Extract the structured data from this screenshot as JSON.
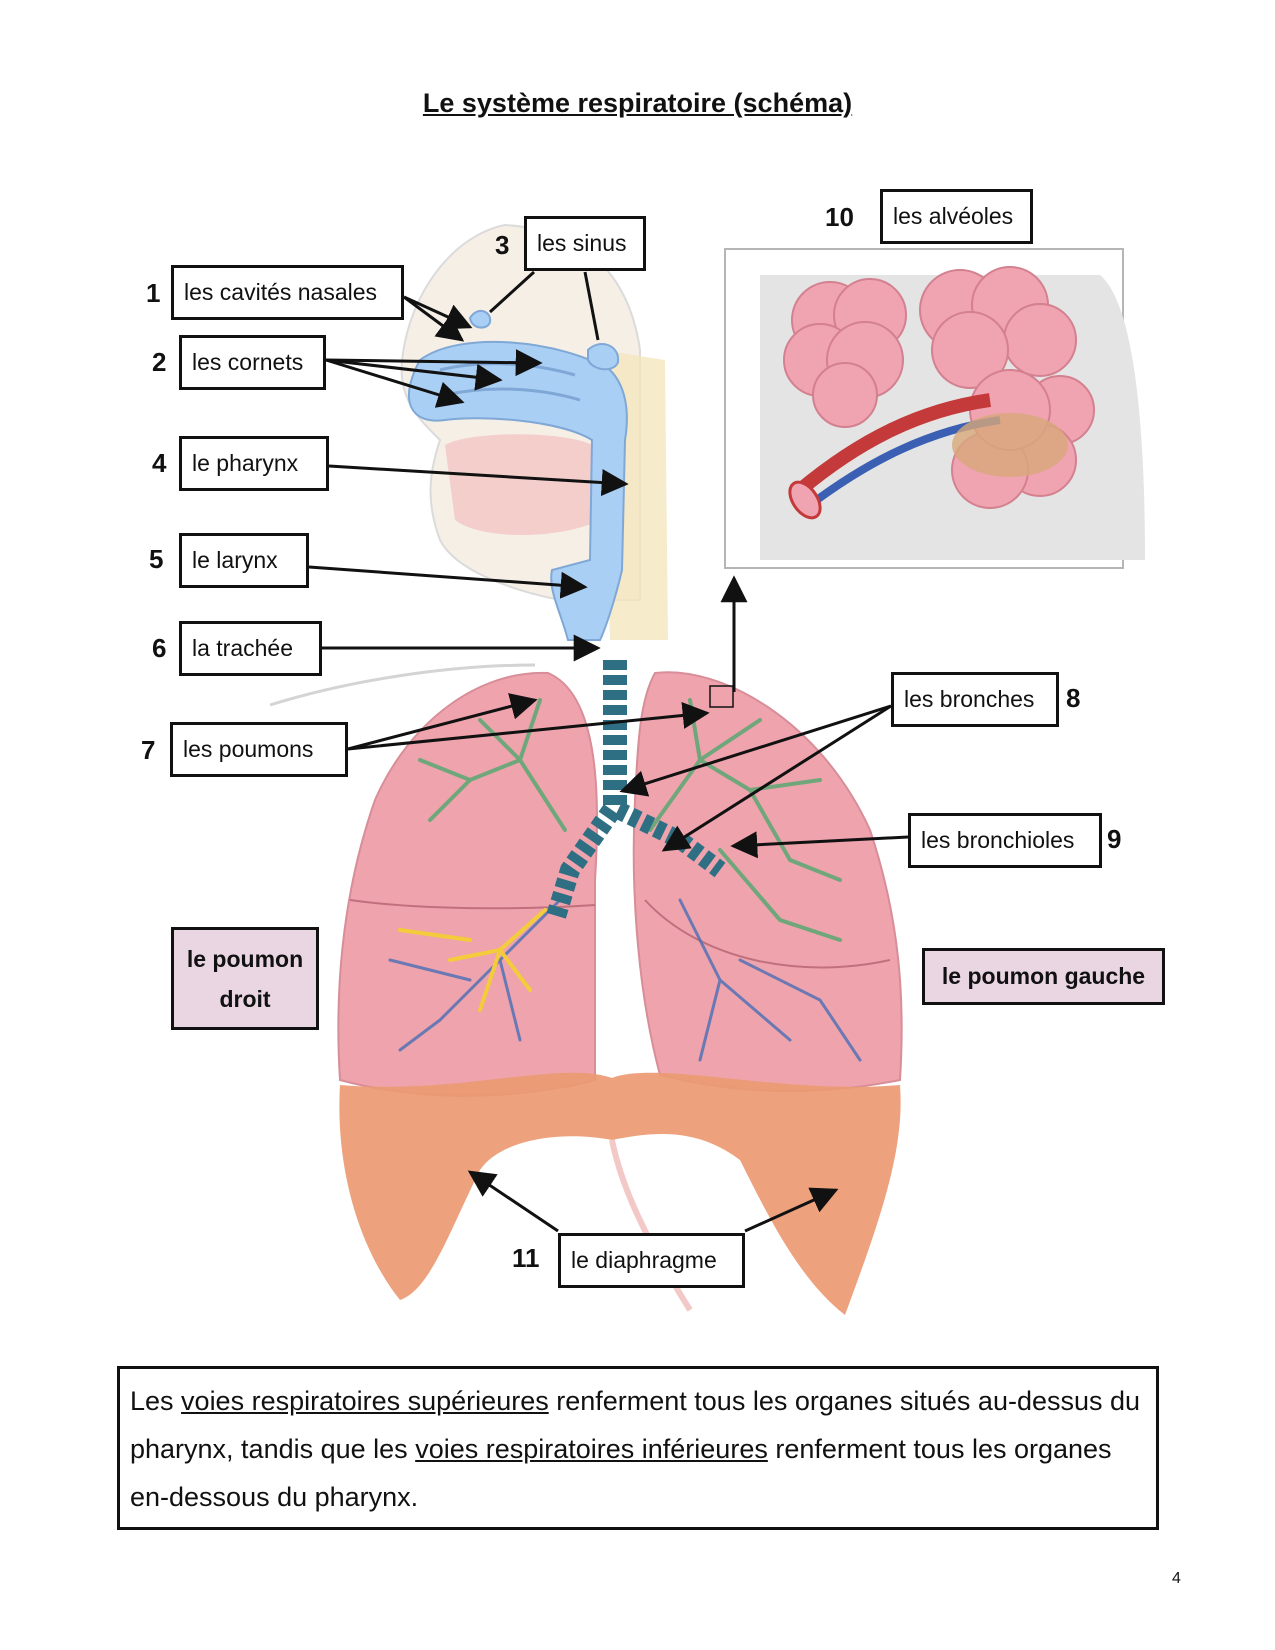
{
  "title": "Le système respiratoire (schéma)",
  "labels": [
    {
      "num": "1",
      "text": "les cavités nasales"
    },
    {
      "num": "2",
      "text": "les cornets"
    },
    {
      "num": "3",
      "text": "les sinus"
    },
    {
      "num": "4",
      "text": "le pharynx"
    },
    {
      "num": "5",
      "text": "le larynx"
    },
    {
      "num": "6",
      "text": "la trachée"
    },
    {
      "num": "7",
      "text": "les poumons"
    },
    {
      "num": "8",
      "text": "les bronches"
    },
    {
      "num": "9",
      "text": "les bronchioles"
    },
    {
      "num": "10",
      "text": "les alvéoles"
    },
    {
      "num": "11",
      "text": "le diaphragme"
    }
  ],
  "lung_labels": {
    "right": "le poumon droit",
    "left": "le poumon gauche"
  },
  "note": {
    "t1": "Les ",
    "u1": "voies respiratoires supérieures",
    "t2": " renferment tous les organes situés au-dessus du pharynx, tandis que les ",
    "u2": "voies respiratoires inférieures",
    "t3": " renferment tous les organes en-dessous du pharynx."
  },
  "page_number": "4",
  "colors": {
    "airway": "#a9cff5",
    "lung": "#eea3ad",
    "diaphragm": "#ec9a72",
    "bronchi_green": "#5aa873",
    "trachea": "#2f6f83",
    "lung_label_bg": "#ead6e2"
  }
}
